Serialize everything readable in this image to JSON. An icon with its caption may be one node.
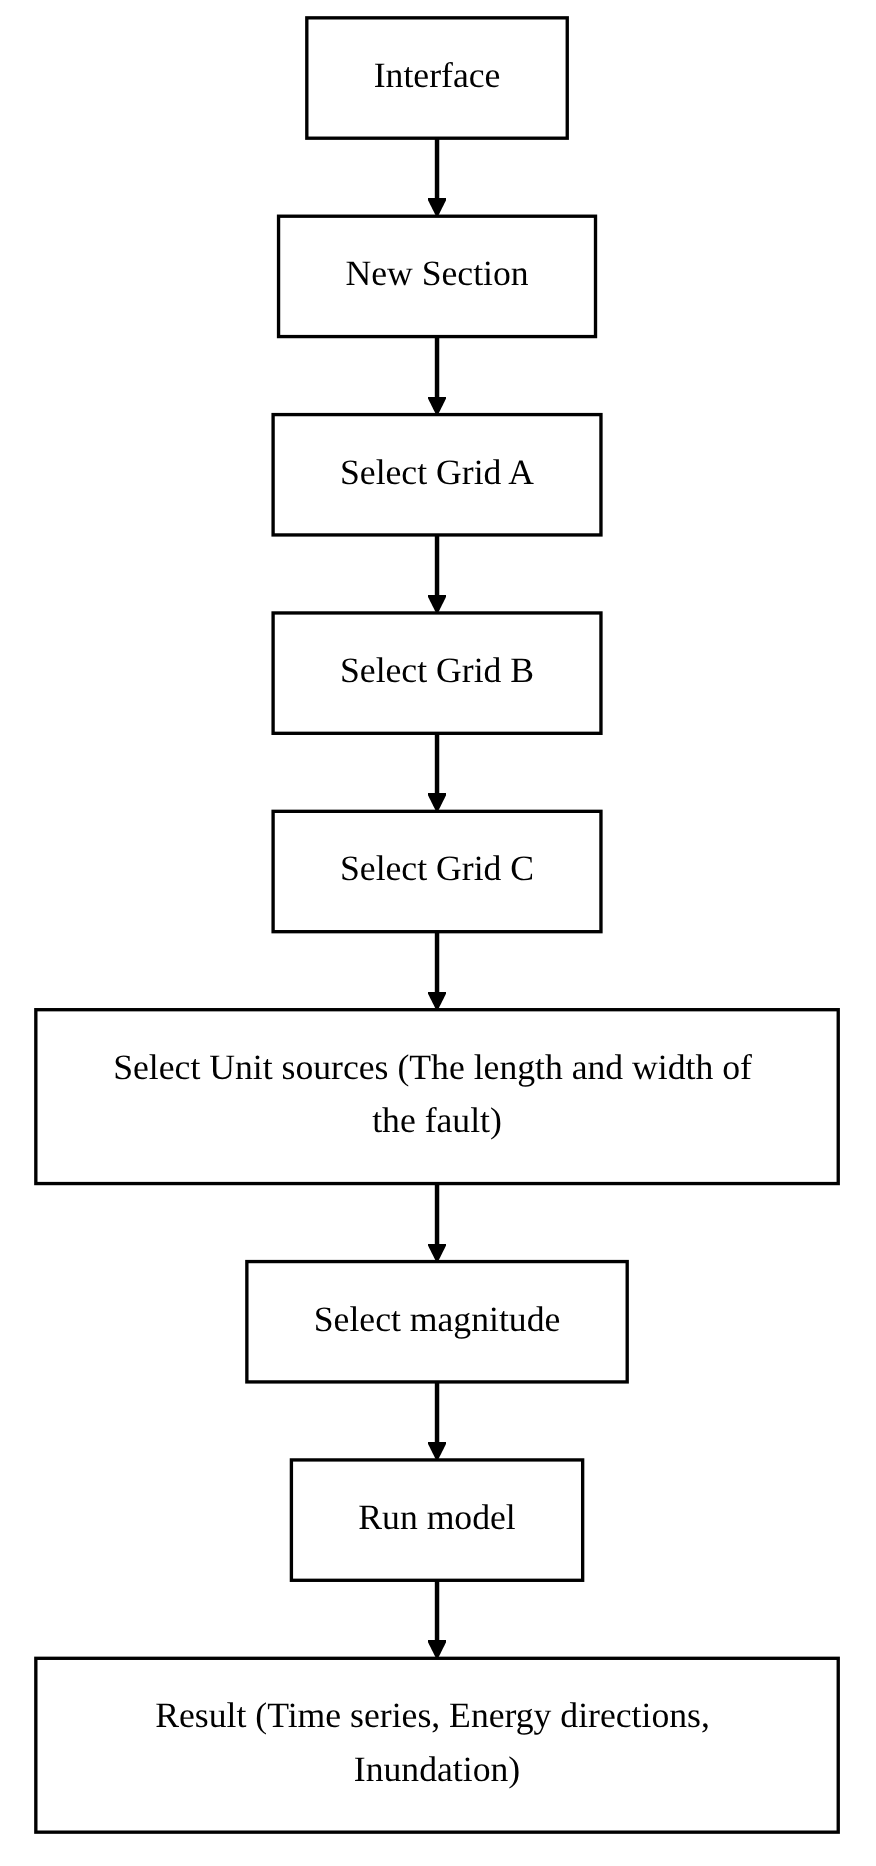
{
  "diagram": {
    "nodes": [
      {
        "text": [
          "Interface"
        ]
      },
      {
        "text": [
          "New Section"
        ]
      },
      {
        "text": [
          "Select Grid A"
        ]
      },
      {
        "text": [
          "Select Grid B"
        ]
      },
      {
        "text": [
          "Select Grid C"
        ]
      },
      {
        "text": [
          "Select Unit sources (The length and width of the fault)"
        ]
      },
      {
        "text": [
          "Select magnitude"
        ]
      },
      {
        "text": [
          "Run model"
        ]
      },
      {
        "text": [
          "Result (Time series, Energy directions, Inundation)"
        ]
      }
    ],
    "edges": [
      {
        "from": 0,
        "to": 1,
        "arrow": "to"
      },
      {
        "from": 1,
        "to": 2,
        "arrow": "to"
      },
      {
        "from": 2,
        "to": 3,
        "arrow": "to"
      },
      {
        "from": 3,
        "to": 4,
        "arrow": "to"
      },
      {
        "from": 4,
        "to": 5,
        "arrow": "to"
      },
      {
        "from": 5,
        "to": 6,
        "arrow": "to"
      },
      {
        "from": 6,
        "to": 7,
        "arrow": "to"
      },
      {
        "from": 7,
        "to": 8,
        "arrow": "to"
      }
    ]
  }
}
